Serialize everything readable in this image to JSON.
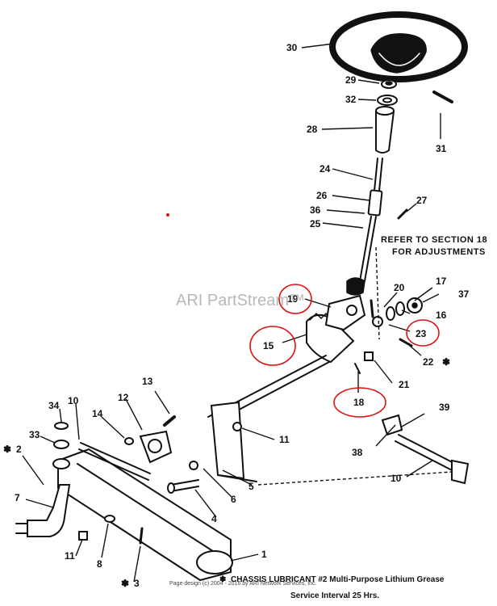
{
  "callouts": {
    "c1": "1",
    "c2": "2",
    "c3": "3",
    "c4": "4",
    "c5": "5",
    "c6": "6",
    "c7": "7",
    "c8": "8",
    "c10a": "10",
    "c10b": "10",
    "c11a": "11",
    "c11b": "11",
    "c12": "12",
    "c13": "13",
    "c14": "14",
    "c15": "15",
    "c16": "16",
    "c17": "17",
    "c18": "18",
    "c19": "19",
    "c20": "20",
    "c21": "21",
    "c22": "22",
    "c23": "23",
    "c24": "24",
    "c25": "25",
    "c26": "26",
    "c27": "27",
    "c28": "28",
    "c29": "29",
    "c30": "30",
    "c31": "31",
    "c32": "32",
    "c33": "33",
    "c34": "34",
    "c36": "36",
    "c37": "37",
    "c38": "38",
    "c39": "39"
  },
  "notes": {
    "refer_line1": "REFER TO SECTION 18",
    "refer_line2": "FOR ADJUSTMENTS"
  },
  "lubrication": {
    "marker": "✽",
    "line1": "CHASSIS LUBRICANT #2 Multi-Purpose Lithium Grease",
    "line2": "Service Interval 25 Hrs."
  },
  "watermark": "ARI PartStream™",
  "copyright": "Page design (c) 2004 - 2016 by ARI Network Services, Inc.",
  "colors": {
    "ink": "#111111",
    "highlight_circle": "#dd1111",
    "watermark": "#9a9a9a"
  }
}
